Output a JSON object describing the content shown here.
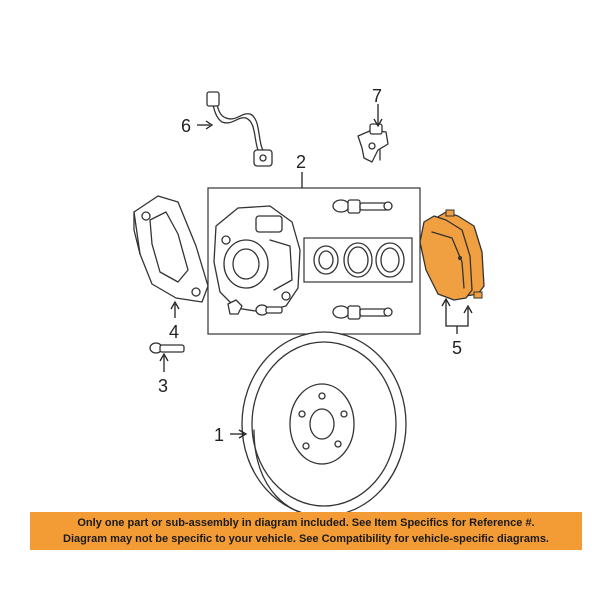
{
  "diagram": {
    "callouts": {
      "rotor": "1",
      "caliper": "2",
      "bolt": "3",
      "bracket": "4",
      "pads": "5",
      "hose": "6",
      "sensor": "7"
    }
  },
  "banner": {
    "line1": "Only one part or sub-assembly in diagram included. See Item Specifics for Reference #.",
    "line2": "Diagram may not be specific to your vehicle. See Compatibility for vehicle-specific diagrams."
  },
  "colors": {
    "highlight": "#f39b34",
    "pad_fill": "#f0a040",
    "outline": "#333333"
  }
}
